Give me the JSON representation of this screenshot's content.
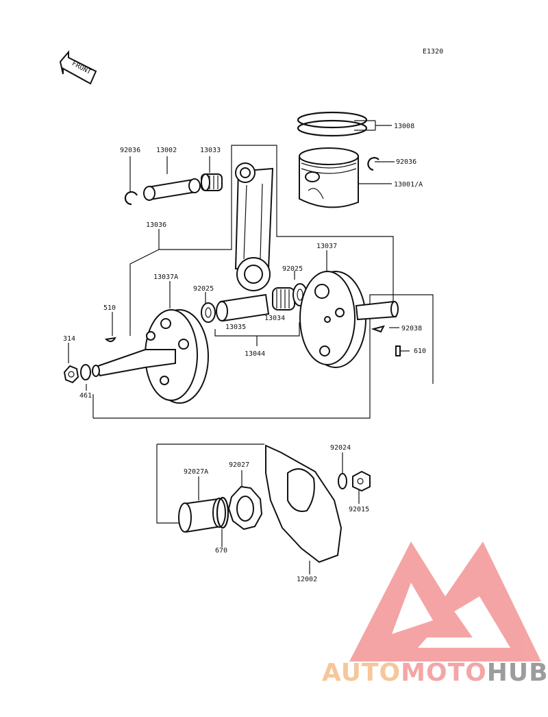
{
  "figure_code": "E1320",
  "front_label": "FRONT",
  "labels": {
    "p13008": "13008",
    "p92036_right": "92036",
    "p13001A": "13001/A",
    "p92036_left": "92036",
    "p13002": "13002",
    "p13033": "13033",
    "p13036": "13036",
    "p13037": "13037",
    "p13037A": "13037A",
    "p92025_left": "92025",
    "p92025_right": "92025",
    "p510": "510",
    "p13035": "13035",
    "p13034": "13034",
    "p13044": "13044",
    "p92038": "92038",
    "p610": "610",
    "p314": "314",
    "p461": "461",
    "p92024": "92024",
    "p92027A": "92027A",
    "p92027": "92027",
    "p92015": "92015",
    "p670": "670",
    "p12002": "12002"
  },
  "watermark": {
    "part1": "AUTO",
    "part2": "MOTO",
    "part3": "HUB",
    "colors": {
      "auto": "#f6c79a",
      "moto": "#f4a6a6",
      "hub": "#9c9c9c",
      "logo": "#f4a0a0"
    }
  }
}
